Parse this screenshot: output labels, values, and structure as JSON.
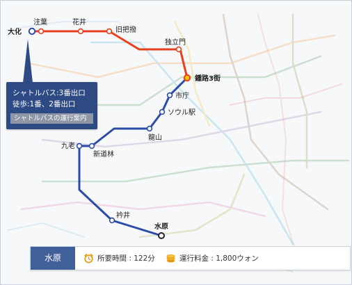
{
  "tooltip": {
    "line1": "シャトルバス:3番出口",
    "line2": "徒歩:1番、2番出口",
    "guide_button": "シャトルバスの運行案内"
  },
  "route": {
    "destination": "水原",
    "time_label": "所要時間 : 122分",
    "fare_label": "運行料金 : 1,800ウォン"
  },
  "lines": [
    {
      "name": "shuttle",
      "color": "#e8401c",
      "stations": [
        "大化",
        "注葉",
        "花井",
        "旧把撥",
        "独立門",
        "鍾路3街"
      ]
    },
    {
      "name": "line1",
      "color": "#2b4ba8",
      "stations": [
        "鍾路3街",
        "市庁",
        "ソウル駅",
        "龍山",
        "新道林",
        "九老",
        "衿井",
        "水原"
      ]
    }
  ],
  "stations": [
    {
      "id": "daehwa",
      "name": "大化"
    },
    {
      "id": "juyeop",
      "name": "注葉"
    },
    {
      "id": "hwajeong",
      "name": "花井"
    },
    {
      "id": "gupabal",
      "name": "旧把撥"
    },
    {
      "id": "dongnimmun",
      "name": "独立門"
    },
    {
      "id": "jongno3ga",
      "name": "鍾路3街"
    },
    {
      "id": "cityhall",
      "name": "市庁"
    },
    {
      "id": "seoul",
      "name": "ソウル駅"
    },
    {
      "id": "yongsan",
      "name": "龍山"
    },
    {
      "id": "sindorim",
      "name": "新道林"
    },
    {
      "id": "guro",
      "name": "九老"
    },
    {
      "id": "geumjeong",
      "name": "衿井"
    },
    {
      "id": "suwon",
      "name": "水原"
    }
  ],
  "colors": {
    "shuttle": "#e8401c",
    "line1": "#2b4ba8",
    "transfer": "#f2c200",
    "tooltip_bg": "#2e4a85",
    "destination_bg": "#41609a"
  },
  "icons": {
    "time": "alarm-clock-icon",
    "fare": "coin-stack-icon"
  }
}
